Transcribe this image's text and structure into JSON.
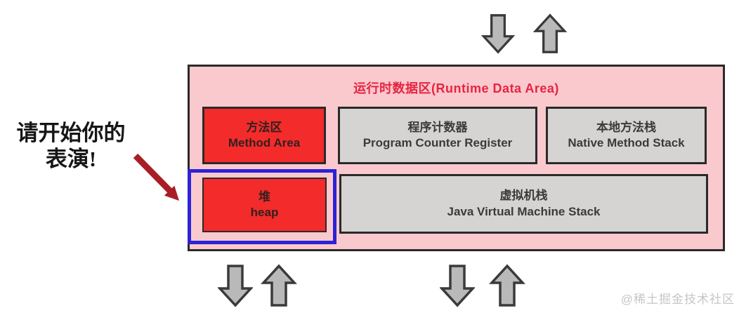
{
  "caption": {
    "line1": "请开始你的",
    "line2": "表演!"
  },
  "diagram": {
    "title": "运行时数据区(Runtime Data Area)",
    "boxes": {
      "method_area": {
        "zh": "方法区",
        "en": "Method Area"
      },
      "pc_register": {
        "zh": "程序计数器",
        "en": "Program Counter Register"
      },
      "native_stack": {
        "zh": "本地方法栈",
        "en": "Native Method Stack"
      },
      "heap": {
        "zh": "堆",
        "en": "heap"
      },
      "jvm_stack": {
        "zh": "虚拟机栈",
        "en": "Java Virtual Machine Stack"
      }
    }
  },
  "watermark": "@稀土掘金技术社区",
  "colors": {
    "panel_pink": "#f9c9ce",
    "title_red": "#e62440",
    "box_red": "#f32b2b",
    "box_gray": "#d5d4d2",
    "border_dark": "#2a2a2a",
    "highlight_blue": "#2d22d6",
    "arrow_gray": "#b9b9b9",
    "arrow_red": "#a81e24",
    "watermark_gray": "#c6c6c6"
  }
}
